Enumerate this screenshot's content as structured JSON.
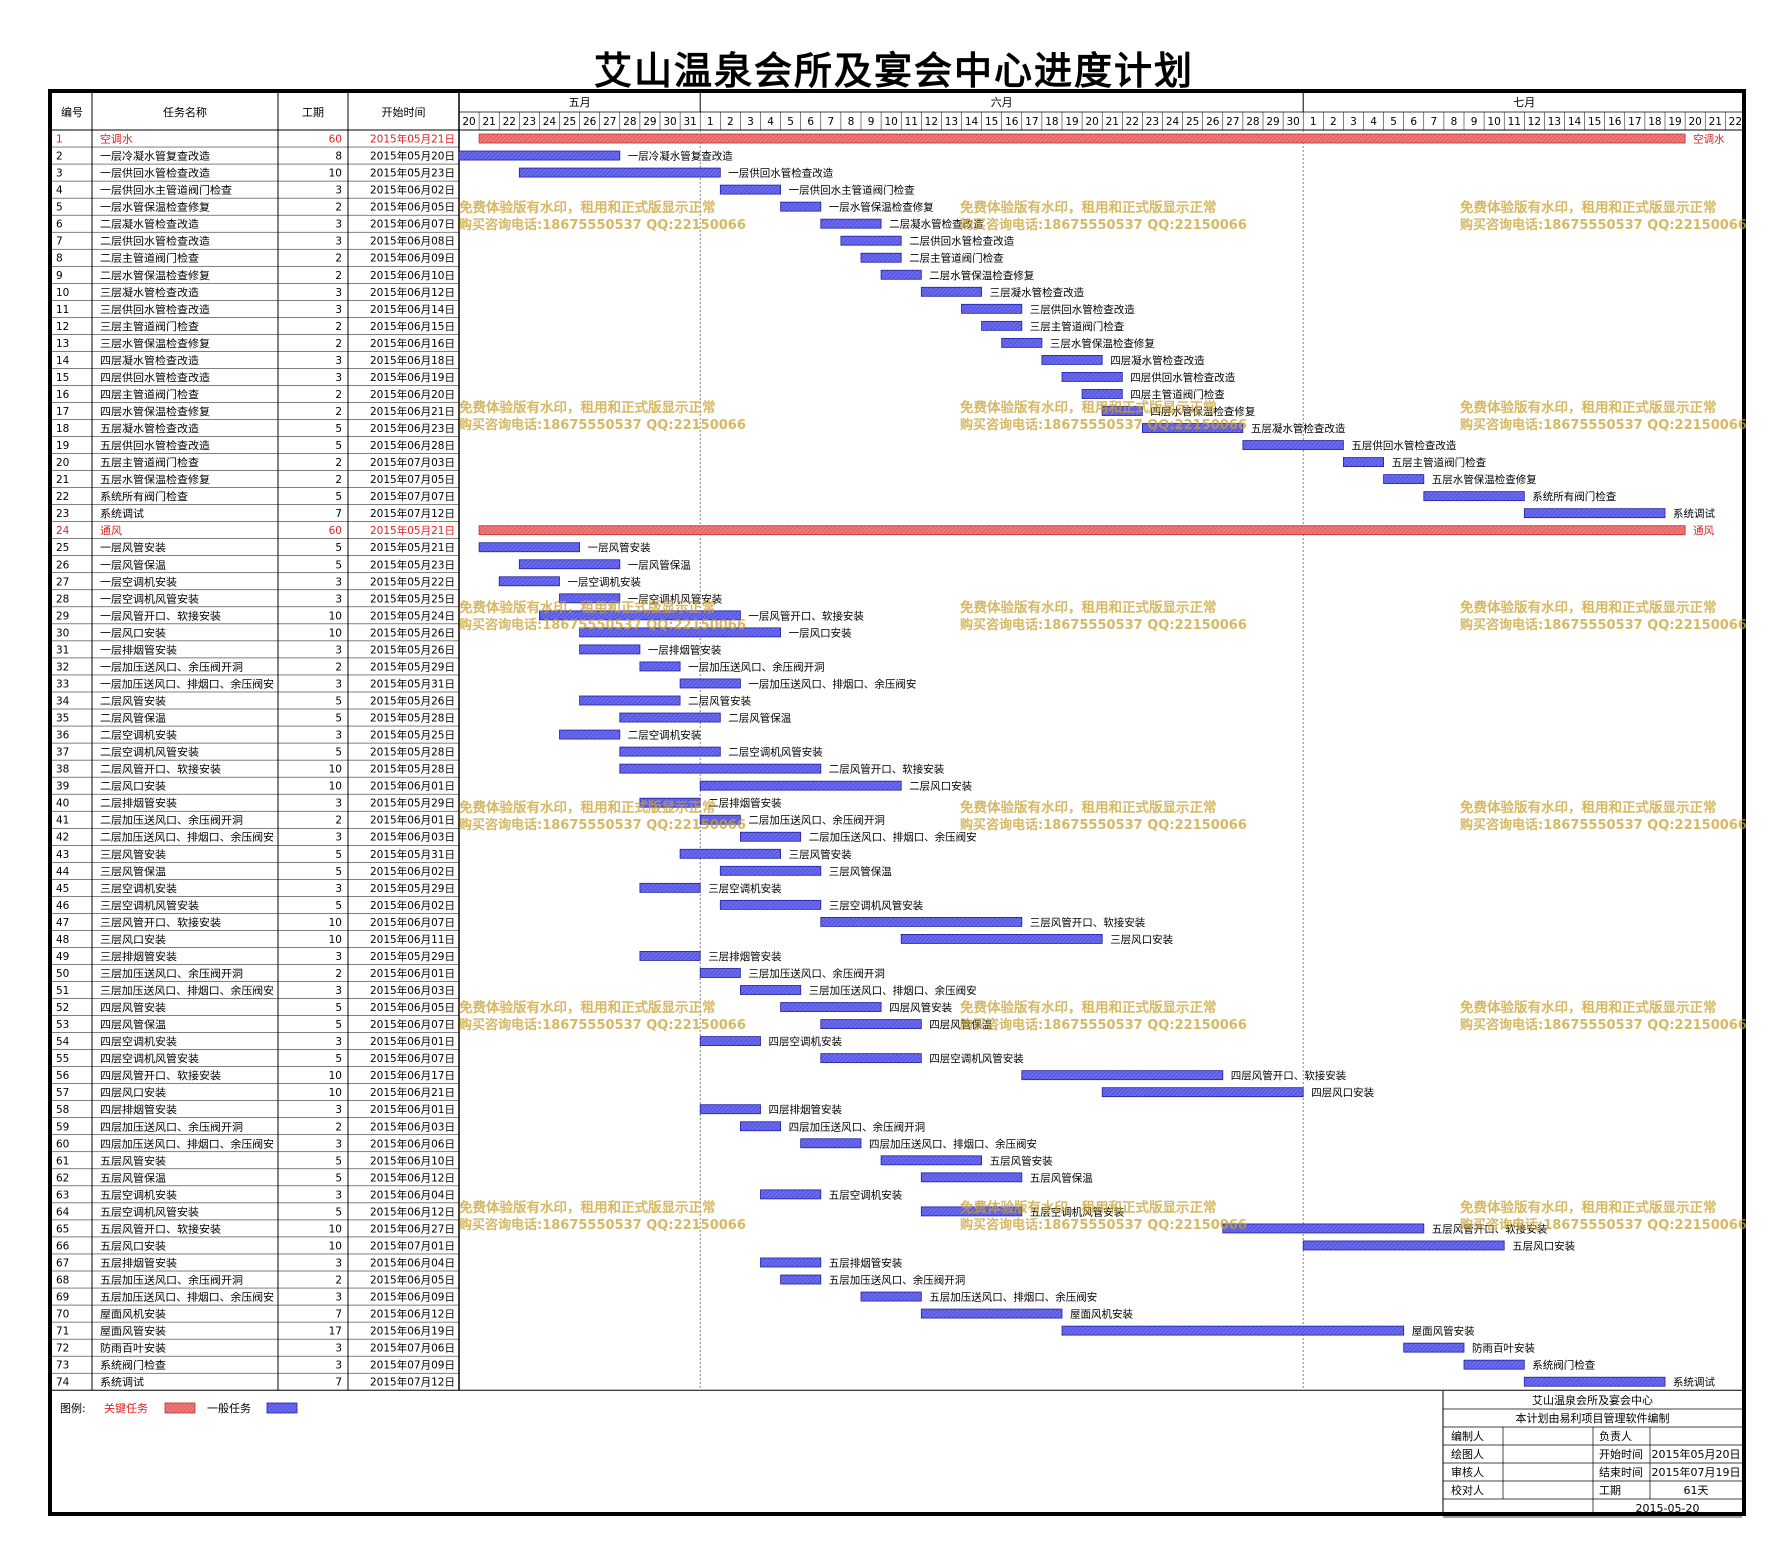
{
  "title": "艾山温泉会所及宴会中心进度计划",
  "header": {
    "col_id": "编号",
    "col_name": "任务名称",
    "col_dur": "工期",
    "col_start": "开始时间"
  },
  "months": [
    {
      "label": "五月",
      "days": [
        20,
        21,
        22,
        23,
        24,
        25,
        26,
        27,
        28,
        29,
        30,
        31
      ]
    },
    {
      "label": "六月",
      "days": [
        1,
        2,
        3,
        4,
        5,
        6,
        7,
        8,
        9,
        10,
        11,
        12,
        13,
        14,
        15,
        16,
        17,
        18,
        19,
        20,
        21,
        22,
        23,
        24,
        25,
        26,
        27,
        28,
        29,
        30
      ]
    },
    {
      "label": "七月",
      "days": [
        1,
        2,
        3,
        4,
        5,
        6,
        7,
        8,
        9,
        10,
        11,
        12,
        13,
        14,
        15,
        16,
        17,
        18,
        19,
        20,
        21,
        22
      ]
    }
  ],
  "watermark": {
    "line1": "免费体验版有水印，租用和正式版显示正常",
    "line2": "购买咨询电话:18675550537 QQ:22150066"
  },
  "legend": {
    "label": "图例:",
    "critical": "关键任务",
    "normal": "一般任务",
    "critical_color": "#f07878",
    "normal_color": "#6a6af0"
  },
  "info": {
    "project": "艾山温泉会所及宴会中心",
    "software": "本计划由易利项目管理软件编制",
    "rows": [
      {
        "a": "编制人",
        "b": "",
        "c": "负责人",
        "d": ""
      },
      {
        "a": "绘图人",
        "b": "",
        "c": "开始时间",
        "d": "2015年05月20日"
      },
      {
        "a": "审核人",
        "b": "",
        "c": "结束时间",
        "d": "2015年07月19日"
      },
      {
        "a": "校对人",
        "b": "",
        "c": "工期",
        "d": "61天"
      }
    ],
    "date": "2015-05-20"
  },
  "chart_data": {
    "type": "gantt",
    "title": "艾山温泉会所及宴会中心进度计划",
    "timeline_start": "2015-05-20",
    "timeline_end": "2015-07-22",
    "tasks": [
      {
        "id": "1",
        "name": "空调水",
        "duration": 60,
        "start": "2015年05月21日",
        "critical": true
      },
      {
        "id": "2",
        "name": "一层冷凝水管复查改造",
        "duration": 8,
        "start": "2015年05月20日"
      },
      {
        "id": "3",
        "name": "一层供回水管检查改造",
        "duration": 10,
        "start": "2015年05月23日"
      },
      {
        "id": "4",
        "name": "一层供回水主管道阀门检查",
        "duration": 3,
        "start": "2015年06月02日"
      },
      {
        "id": "5",
        "name": "一层水管保温检查修复",
        "duration": 2,
        "start": "2015年06月05日"
      },
      {
        "id": "6",
        "name": "二层凝水管检查改造",
        "duration": 3,
        "start": "2015年06月07日"
      },
      {
        "id": "7",
        "name": "二层供回水管检查改造",
        "duration": 3,
        "start": "2015年06月08日"
      },
      {
        "id": "8",
        "name": "二层主管道阀门检查",
        "duration": 2,
        "start": "2015年06月09日"
      },
      {
        "id": "9",
        "name": "二层水管保温检查修复",
        "duration": 2,
        "start": "2015年06月10日"
      },
      {
        "id": "10",
        "name": "三层凝水管检查改造",
        "duration": 3,
        "start": "2015年06月12日"
      },
      {
        "id": "11",
        "name": "三层供回水管检查改造",
        "duration": 3,
        "start": "2015年06月14日"
      },
      {
        "id": "12",
        "name": "三层主管道阀门检查",
        "duration": 2,
        "start": "2015年06月15日"
      },
      {
        "id": "13",
        "name": "三层水管保温检查修复",
        "duration": 2,
        "start": "2015年06月16日"
      },
      {
        "id": "14",
        "name": "四层凝水管检查改造",
        "duration": 3,
        "start": "2015年06月18日"
      },
      {
        "id": "15",
        "name": "四层供回水管检查改造",
        "duration": 3,
        "start": "2015年06月19日"
      },
      {
        "id": "16",
        "name": "四层主管道阀门检查",
        "duration": 2,
        "start": "2015年06月20日"
      },
      {
        "id": "17",
        "name": "四层水管保温检查修复",
        "duration": 2,
        "start": "2015年06月21日"
      },
      {
        "id": "18",
        "name": "五层凝水管检查改造",
        "duration": 5,
        "start": "2015年06月23日"
      },
      {
        "id": "19",
        "name": "五层供回水管检查改造",
        "duration": 5,
        "start": "2015年06月28日"
      },
      {
        "id": "20",
        "name": "五层主管道阀门检查",
        "duration": 2,
        "start": "2015年07月03日"
      },
      {
        "id": "21",
        "name": "五层水管保温检查修复",
        "duration": 2,
        "start": "2015年07月05日"
      },
      {
        "id": "22",
        "name": "系统所有阀门检查",
        "duration": 5,
        "start": "2015年07月07日"
      },
      {
        "id": "23",
        "name": "系统调试",
        "duration": 7,
        "start": "2015年07月12日"
      },
      {
        "id": "24",
        "name": "通风",
        "duration": 60,
        "start": "2015年05月21日",
        "critical": true
      },
      {
        "id": "25",
        "name": "一层风管安装",
        "duration": 5,
        "start": "2015年05月21日"
      },
      {
        "id": "26",
        "name": "一层风管保温",
        "duration": 5,
        "start": "2015年05月23日"
      },
      {
        "id": "27",
        "name": "一层空调机安装",
        "duration": 3,
        "start": "2015年05月22日"
      },
      {
        "id": "28",
        "name": "一层空调机风管安装",
        "duration": 3,
        "start": "2015年05月25日"
      },
      {
        "id": "29",
        "name": "一层风管开口、软接安装",
        "duration": 10,
        "start": "2015年05月24日"
      },
      {
        "id": "30",
        "name": "一层风口安装",
        "duration": 10,
        "start": "2015年05月26日"
      },
      {
        "id": "31",
        "name": "一层排烟管安装",
        "duration": 3,
        "start": "2015年05月26日"
      },
      {
        "id": "32",
        "name": "一层加压送风口、余压阀开洞",
        "duration": 2,
        "start": "2015年05月29日"
      },
      {
        "id": "33",
        "name": "一层加压送风口、排烟口、余压阀安",
        "duration": 3,
        "start": "2015年05月31日"
      },
      {
        "id": "34",
        "name": "二层风管安装",
        "duration": 5,
        "start": "2015年05月26日"
      },
      {
        "id": "35",
        "name": "二层风管保温",
        "duration": 5,
        "start": "2015年05月28日"
      },
      {
        "id": "36",
        "name": "二层空调机安装",
        "duration": 3,
        "start": "2015年05月25日"
      },
      {
        "id": "37",
        "name": "二层空调机风管安装",
        "duration": 5,
        "start": "2015年05月28日"
      },
      {
        "id": "38",
        "name": "二层风管开口、软接安装",
        "duration": 10,
        "start": "2015年05月28日"
      },
      {
        "id": "39",
        "name": "二层风口安装",
        "duration": 10,
        "start": "2015年06月01日"
      },
      {
        "id": "40",
        "name": "二层排烟管安装",
        "duration": 3,
        "start": "2015年05月29日"
      },
      {
        "id": "41",
        "name": "二层加压送风口、余压阀开洞",
        "duration": 2,
        "start": "2015年06月01日"
      },
      {
        "id": "42",
        "name": "二层加压送风口、排烟口、余压阀安",
        "duration": 3,
        "start": "2015年06月03日"
      },
      {
        "id": "43",
        "name": "三层风管安装",
        "duration": 5,
        "start": "2015年05月31日"
      },
      {
        "id": "44",
        "name": "三层风管保温",
        "duration": 5,
        "start": "2015年06月02日"
      },
      {
        "id": "45",
        "name": "三层空调机安装",
        "duration": 3,
        "start": "2015年05月29日"
      },
      {
        "id": "46",
        "name": "三层空调机风管安装",
        "duration": 5,
        "start": "2015年06月02日"
      },
      {
        "id": "47",
        "name": "三层风管开口、软接安装",
        "duration": 10,
        "start": "2015年06月07日"
      },
      {
        "id": "48",
        "name": "三层风口安装",
        "duration": 10,
        "start": "2015年06月11日"
      },
      {
        "id": "49",
        "name": "三层排烟管安装",
        "duration": 3,
        "start": "2015年05月29日"
      },
      {
        "id": "50",
        "name": "三层加压送风口、余压阀开洞",
        "duration": 2,
        "start": "2015年06月01日"
      },
      {
        "id": "51",
        "name": "三层加压送风口、排烟口、余压阀安",
        "duration": 3,
        "start": "2015年06月03日"
      },
      {
        "id": "52",
        "name": "四层风管安装",
        "duration": 5,
        "start": "2015年06月05日"
      },
      {
        "id": "53",
        "name": "四层风管保温",
        "duration": 5,
        "start": "2015年06月07日"
      },
      {
        "id": "54",
        "name": "四层空调机安装",
        "duration": 3,
        "start": "2015年06月01日"
      },
      {
        "id": "55",
        "name": "四层空调机风管安装",
        "duration": 5,
        "start": "2015年06月07日"
      },
      {
        "id": "56",
        "name": "四层风管开口、软接安装",
        "duration": 10,
        "start": "2015年06月17日"
      },
      {
        "id": "57",
        "name": "四层风口安装",
        "duration": 10,
        "start": "2015年06月21日"
      },
      {
        "id": "58",
        "name": "四层排烟管安装",
        "duration": 3,
        "start": "2015年06月01日"
      },
      {
        "id": "59",
        "name": "四层加压送风口、余压阀开洞",
        "duration": 2,
        "start": "2015年06月03日"
      },
      {
        "id": "60",
        "name": "四层加压送风口、排烟口、余压阀安",
        "duration": 3,
        "start": "2015年06月06日"
      },
      {
        "id": "61",
        "name": "五层风管安装",
        "duration": 5,
        "start": "2015年06月10日"
      },
      {
        "id": "62",
        "name": "五层风管保温",
        "duration": 5,
        "start": "2015年06月12日"
      },
      {
        "id": "63",
        "name": "五层空调机安装",
        "duration": 3,
        "start": "2015年06月04日"
      },
      {
        "id": "64",
        "name": "五层空调机风管安装",
        "duration": 5,
        "start": "2015年06月12日"
      },
      {
        "id": "65",
        "name": "五层风管开口、软接安装",
        "duration": 10,
        "start": "2015年06月27日"
      },
      {
        "id": "66",
        "name": "五层风口安装",
        "duration": 10,
        "start": "2015年07月01日"
      },
      {
        "id": "67",
        "name": "五层排烟管安装",
        "duration": 3,
        "start": "2015年06月04日"
      },
      {
        "id": "68",
        "name": "五层加压送风口、余压阀开洞",
        "duration": 2,
        "start": "2015年06月05日"
      },
      {
        "id": "69",
        "name": "五层加压送风口、排烟口、余压阀安",
        "duration": 3,
        "start": "2015年06月09日"
      },
      {
        "id": "70",
        "name": "屋面风机安装",
        "duration": 7,
        "start": "2015年06月12日"
      },
      {
        "id": "71",
        "name": "屋面风管安装",
        "duration": 17,
        "start": "2015年06月19日"
      },
      {
        "id": "72",
        "name": "防雨百叶安装",
        "duration": 3,
        "start": "2015年07月06日"
      },
      {
        "id": "73",
        "name": "系统阀门检查",
        "duration": 3,
        "start": "2015年07月09日"
      },
      {
        "id": "74",
        "name": "系统调试",
        "duration": 7,
        "start": "2015年07月12日"
      }
    ]
  }
}
